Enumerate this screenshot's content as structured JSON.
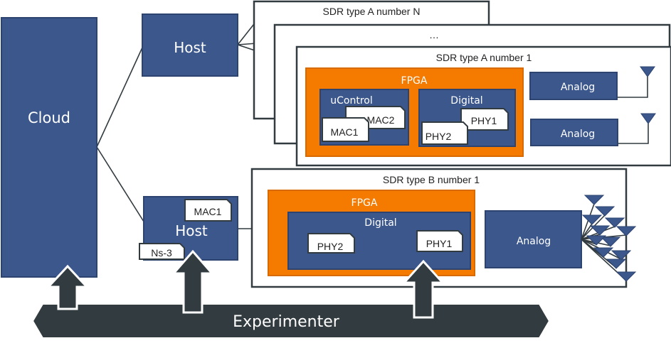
{
  "diagram": {
    "cloud": {
      "label": "Cloud"
    },
    "host_top": {
      "label": "Host"
    },
    "host_bottom": {
      "label": "Host",
      "modules": [
        "MAC1",
        "Ns-3"
      ]
    },
    "sdr_a_n": {
      "title": "SDR type A number N"
    },
    "sdr_a_mid": {
      "title": "…"
    },
    "sdr_a_1": {
      "title": "SDR type A number 1",
      "fpga": {
        "label": "FPGA",
        "ucontrol": {
          "label": "uControl",
          "modules": [
            "MAC2",
            "MAC1"
          ]
        },
        "digital": {
          "label": "Digital",
          "modules": [
            "PHY1",
            "PHY2"
          ]
        }
      },
      "analog": [
        "Analog",
        "Analog"
      ]
    },
    "sdr_b_1": {
      "title": "SDR type B number 1",
      "fpga": {
        "label": "FPGA",
        "digital": {
          "label": "Digital",
          "modules": [
            "PHY2",
            "PHY1"
          ]
        }
      },
      "analog": "Analog"
    },
    "experimenter": {
      "label": "Experimenter"
    }
  },
  "colors": {
    "block": "#3c578c",
    "fpga": "#f47a00",
    "arrow": "#323b40"
  }
}
